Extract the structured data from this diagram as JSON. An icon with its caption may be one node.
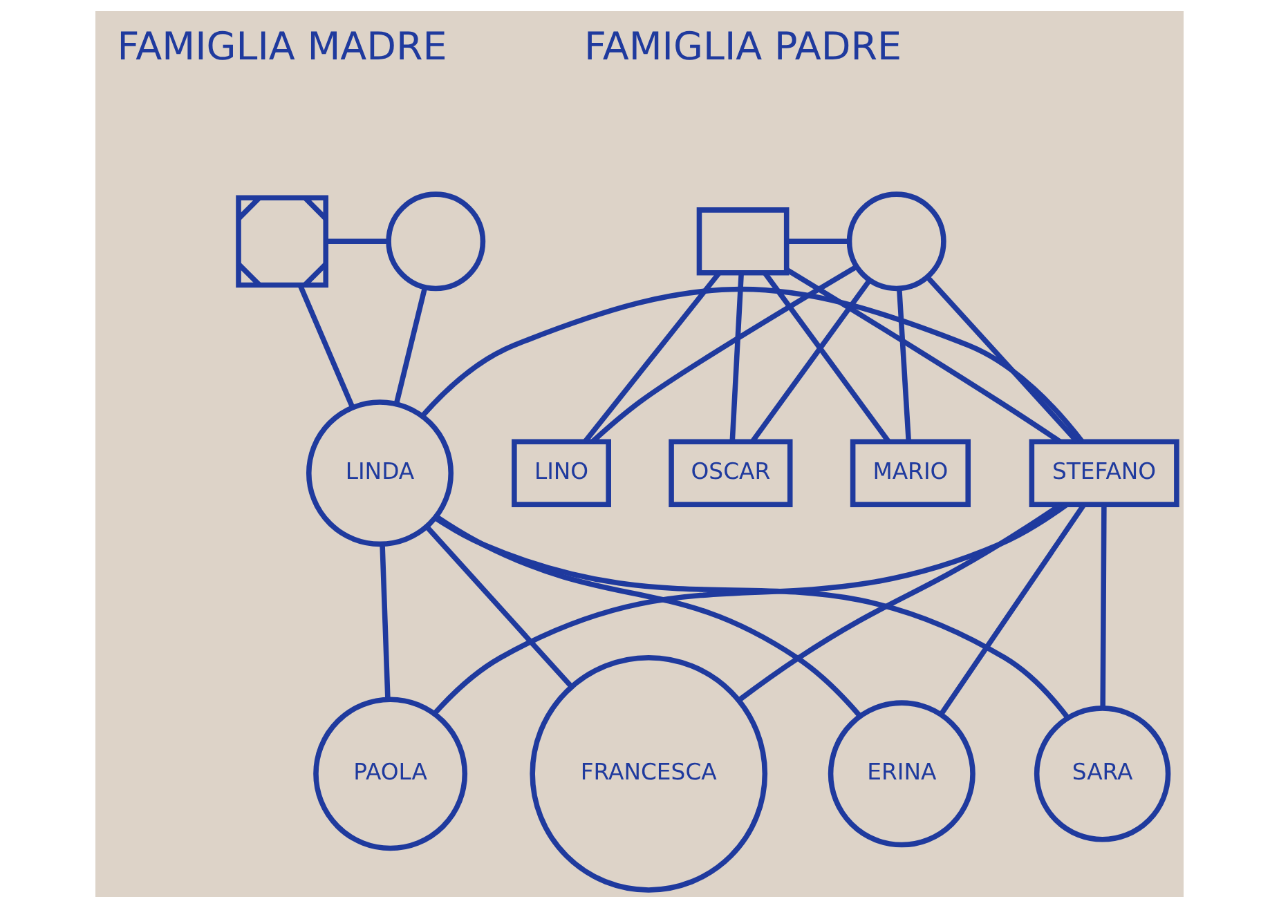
{
  "diagram": {
    "nodes": [
      {
        "text": [],
        "shape": "box"
      },
      {
        "text": [],
        "shape": "circle"
      },
      {
        "text": [],
        "shape": "box"
      },
      {
        "text": [],
        "shape": "circle"
      },
      {
        "text": [
          "LINDA"
        ]
      },
      {
        "text": [
          "STEFANO"
        ]
      },
      {
        "text": [
          "LINO"
        ]
      },
      {
        "text": [
          "OSCAR"
        ]
      },
      {
        "text": [
          "MARIO"
        ]
      },
      {
        "text": [
          "ERINA"
        ]
      },
      {
        "text": [
          "SARA"
        ]
      },
      {
        "text": [
          "PAOLA"
        ]
      },
      {
        "text": [
          "FRANCESCA"
        ]
      }
    ],
    "edges": [
      {
        "from": 0,
        "to": 1,
        "arrow": "none"
      },
      {
        "from": 2,
        "to": 3,
        "arrow": "none"
      },
      {
        "from": 0,
        "to": 4,
        "arrow": "none"
      },
      {
        "from": 1,
        "to": 4,
        "arrow": "none"
      },
      {
        "from": 2,
        "to": 5,
        "arrow": "none"
      },
      {
        "from": 2,
        "to": 6,
        "arrow": "none"
      },
      {
        "from": 2,
        "to": 7,
        "arrow": "none"
      },
      {
        "from": 2,
        "to": 8,
        "arrow": "none"
      },
      {
        "from": 3,
        "to": 5,
        "arrow": "none"
      },
      {
        "from": 3,
        "to": 6,
        "arrow": "none"
      },
      {
        "from": 3,
        "to": 7,
        "arrow": "none"
      },
      {
        "from": 3,
        "to": 8,
        "arrow": "none"
      },
      {
        "from": 4,
        "to": 5,
        "arrow": "none"
      },
      {
        "from": 4,
        "to": 9,
        "arrow": "none"
      },
      {
        "from": 4,
        "to": 10,
        "arrow": "none"
      },
      {
        "from": 4,
        "to": 11,
        "arrow": "none"
      },
      {
        "from": 4,
        "to": 12,
        "arrow": "none"
      },
      {
        "from": 5,
        "to": 9,
        "arrow": "none"
      },
      {
        "from": 5,
        "to": 10,
        "arrow": "none"
      },
      {
        "from": 5,
        "to": 11,
        "arrow": "none"
      },
      {
        "from": 5,
        "to": 12,
        "arrow": "none"
      }
    ],
    "labels": [
      "FAMIGLIA MADRE",
      "FAMIGLIA PADRE"
    ]
  }
}
